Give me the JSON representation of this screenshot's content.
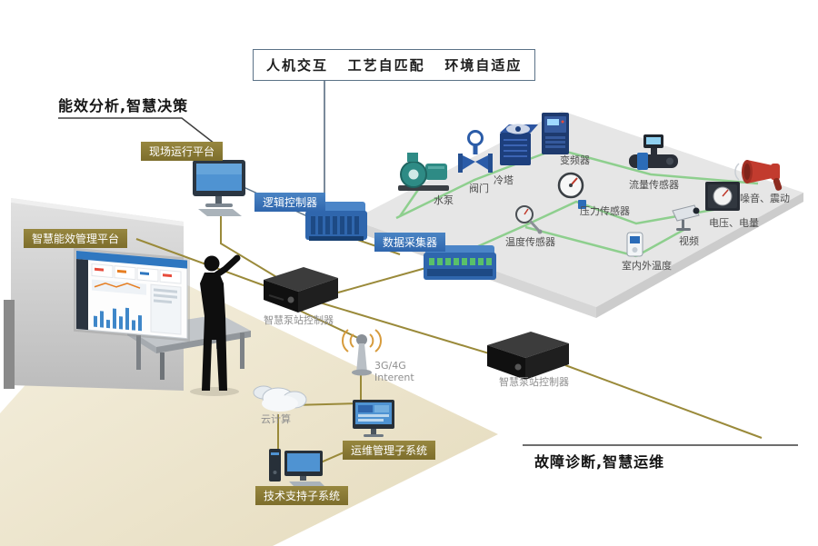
{
  "banner": {
    "text": "人机交互   工艺自匹配   环境自适应"
  },
  "headlines": {
    "left": "能效分析,智慧决策",
    "right": "故障诊断,智慧运维"
  },
  "labels": {
    "field_platform": "现场运行平台",
    "energy_platform": "智慧能效管理平台",
    "logic_controller": "逻辑控制器",
    "data_collector": "数据采集器",
    "pump_controller_1": "智慧泵站控制器",
    "pump_controller_2": "智慧泵站控制器",
    "network_line1": "3G/4G",
    "network_line2": "Interent",
    "cloud": "云计算",
    "om_subsystem": "运维管理子系统",
    "tech_subsystem": "技术支持子系统"
  },
  "equipment": [
    {
      "icon": "water-pump-icon",
      "label": "水泵"
    },
    {
      "icon": "valve-icon",
      "label": "阀门"
    },
    {
      "icon": "cooling-tower-icon",
      "label": "冷塔"
    },
    {
      "icon": "frequency-converter-icon",
      "label": "变频器"
    },
    {
      "icon": "flow-sensor-icon",
      "label": "流量传感器"
    },
    {
      "icon": "noise-vibration-icon",
      "label": "噪音、震动"
    },
    {
      "icon": "pressure-sensor-icon",
      "label": "压力传感器"
    },
    {
      "icon": "voltage-power-icon",
      "label": "电压、电量"
    },
    {
      "icon": "temperature-sensor-icon",
      "label": "温度传感器"
    },
    {
      "icon": "video-camera-icon",
      "label": "视频"
    },
    {
      "icon": "indoor-outdoor-temp-icon",
      "label": "室内外温度"
    }
  ],
  "colors": {
    "olive_label": "#8a7b35",
    "blue_label": "#3d76b5",
    "green_line": "#8ecf8e",
    "gold_line": "#9a8a3a",
    "floor": "#ece3c8",
    "platform": "#e6e6e6",
    "accent_red": "#c23b2e",
    "device_blue": "#2f66ad"
  }
}
